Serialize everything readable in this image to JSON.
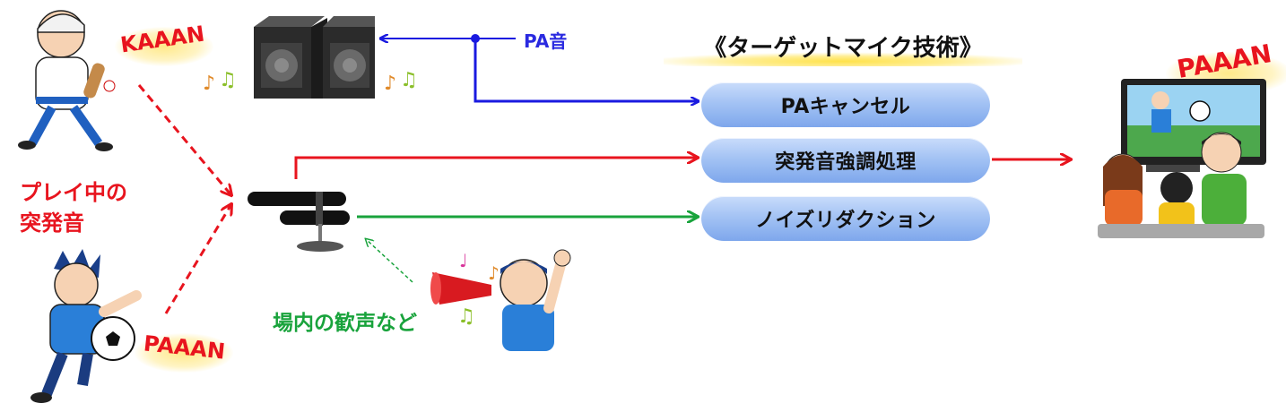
{
  "title": "《ターゲットマイク技術》",
  "pa_label": "PA音",
  "processing_boxes": [
    {
      "label": "PAキャンセル"
    },
    {
      "label": "突発音強調処理"
    },
    {
      "label": "ノイズリダクション"
    }
  ],
  "play_sound_label_line1": "プレイ中の",
  "play_sound_label_line2": "突発音",
  "crowd_label": "場内の歓声など",
  "sfx": {
    "baseball": "KAAAN",
    "soccer": "PAAAN",
    "tv": "PAAAN"
  },
  "colors": {
    "pa": "#1a1ae0",
    "sudden": "#e8141e",
    "noise": "#19a33c"
  }
}
